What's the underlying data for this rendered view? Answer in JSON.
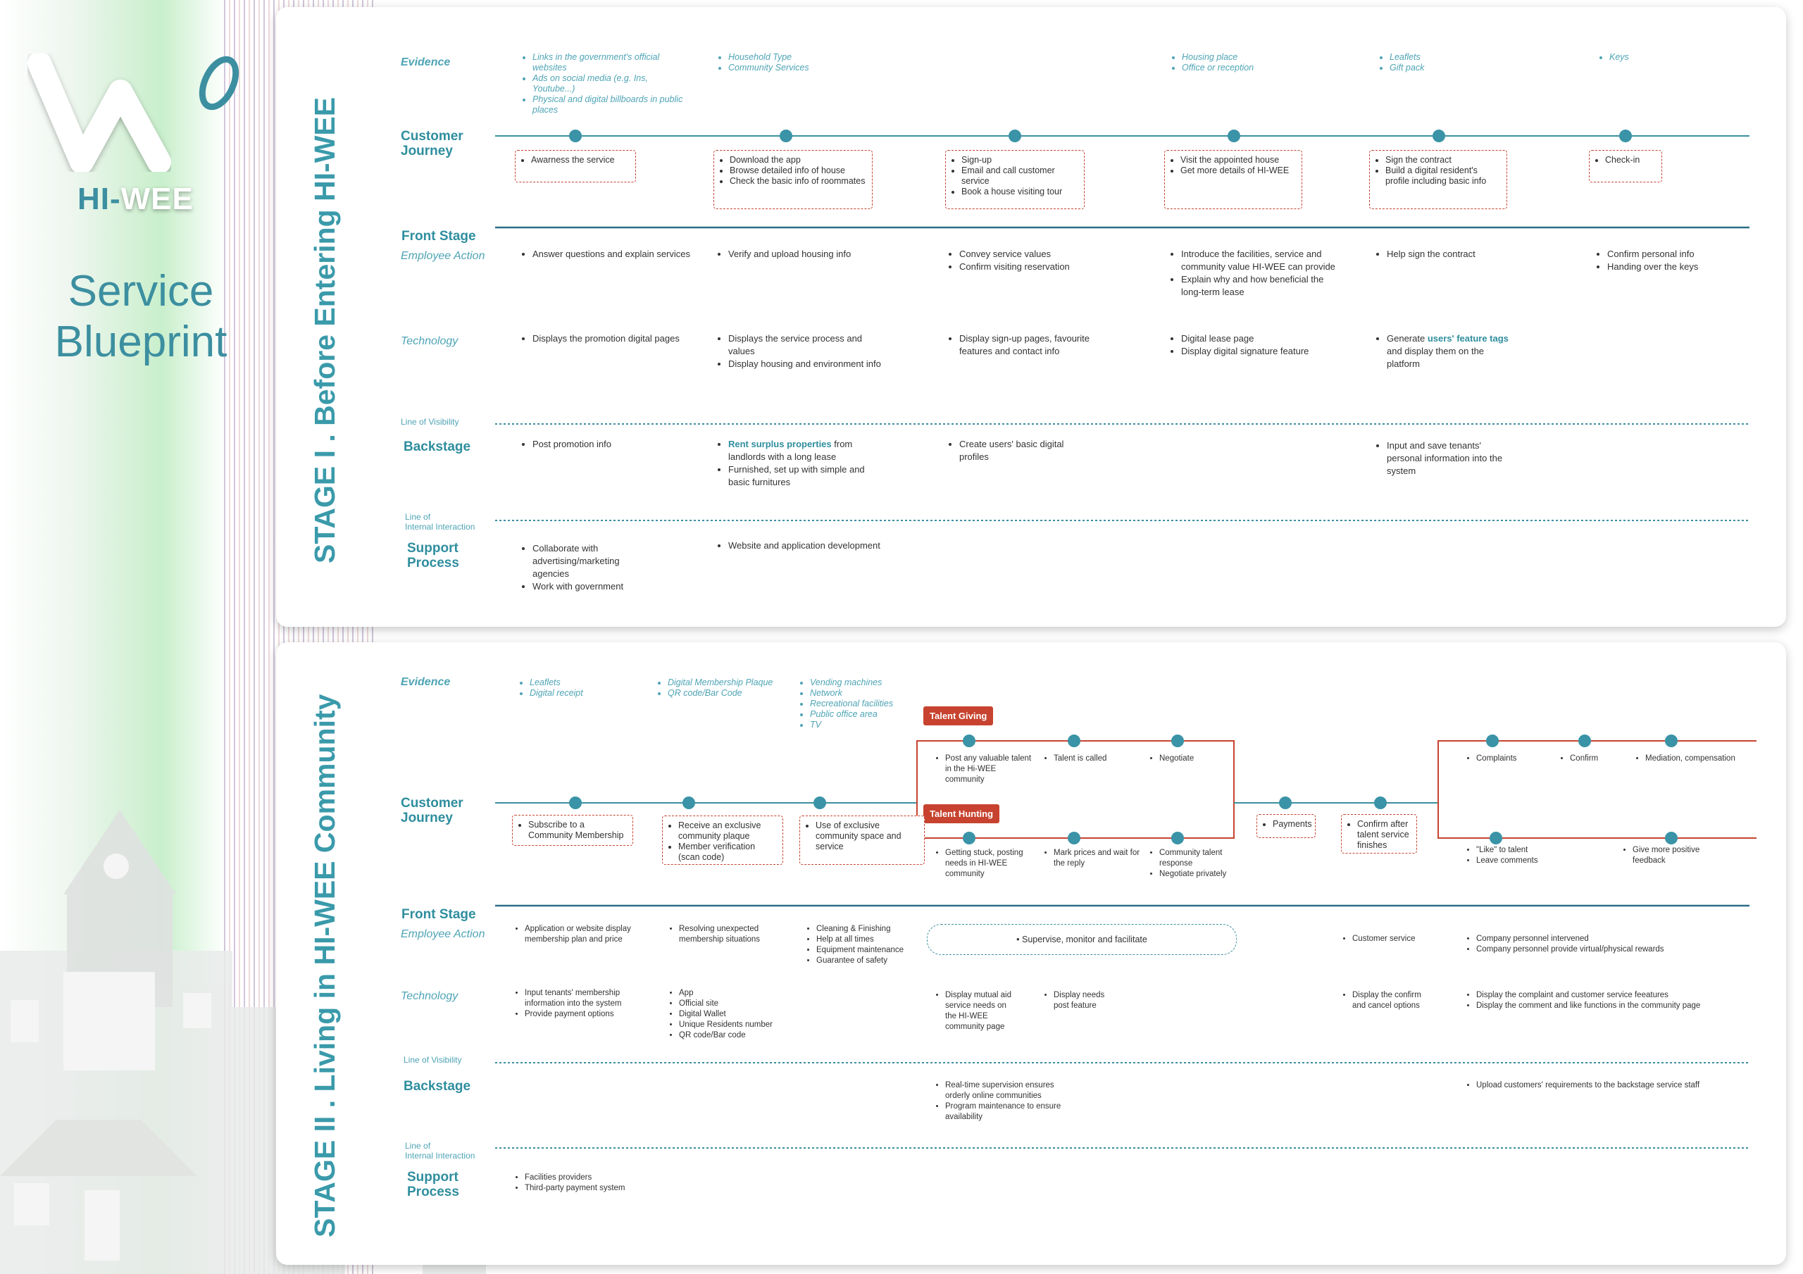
{
  "logo": {
    "text_a": "HI-",
    "text_b": "WEE"
  },
  "title": {
    "line1": "Service",
    "line2": "Blueprint"
  },
  "stage1": {
    "title": "STAGE I . Before Entering HI-WEE",
    "labels": {
      "evidence": "Evidence",
      "journey_1": "Customer",
      "journey_2": "Journey",
      "front_stage": "Front Stage",
      "employee_action": "Employee Action",
      "technology": "Technology",
      "line_visibility": "Line of Visibility",
      "backstage": "Backstage",
      "line_internal_1": "Line of",
      "line_internal_2": "Internal Interaction",
      "support_1": "Support",
      "support_2": "Process"
    },
    "evidence": [
      [
        "Links in the government's official websites",
        "Ads on social media (e.g. Ins, Youtube...)",
        "Physical and digital billboards in public places"
      ],
      [
        "Household Type",
        "Community Services"
      ],
      [
        "Housing place",
        "Office or reception"
      ],
      [
        "Leaflets",
        "Gift pack"
      ],
      [
        "Keys"
      ]
    ],
    "journey": [
      [
        "Awarness the service"
      ],
      [
        "Download the app",
        "Browse detailed info of house",
        "Check the basic info of roommates"
      ],
      [
        "Sign-up",
        "Email and call customer service",
        "Book a house visiting tour"
      ],
      [
        "Visit the appointed house",
        "Get more details of HI-WEE"
      ],
      [
        "Sign the contract",
        "Build a digital resident's profile including basic info"
      ],
      [
        "Check-in"
      ]
    ],
    "employee": [
      [
        "Answer questions and explain services"
      ],
      [
        "Verify and upload housing info"
      ],
      [
        "Convey service values",
        "Confirm visiting reservation"
      ],
      [
        "Introduce the facilities, service and community value HI-WEE can provide",
        "Explain why and how beneficial the long-term lease"
      ],
      [
        "Help sign the contract"
      ],
      [
        "Confirm personal info",
        "Handing over the keys"
      ]
    ],
    "technology": [
      [
        "Displays the promotion digital pages"
      ],
      [
        "Displays the service process and values",
        "Display housing and environment info"
      ],
      [
        "Display sign-up pages, favourite features and contact info"
      ],
      [
        "Digital lease page",
        "Display digital signature feature"
      ],
      [
        "Generate",
        "users' feature tags",
        "and display them on the platform"
      ]
    ],
    "backstage": [
      [
        "Post promotion info"
      ],
      [
        "Rent surplus properties",
        "from landlords with a long lease",
        "Furnished, set up with simple and basic furnitures"
      ],
      [
        "Create users' basic digital profiles"
      ],
      [
        "Input and save tenants' personal information into the system"
      ]
    ],
    "support": [
      [
        "Collaborate with advertising/marketing agencies",
        "Work with government"
      ],
      [
        "Website and application development"
      ]
    ]
  },
  "stage2": {
    "title": "STAGE II . Living in HI-WEE Community",
    "labels": {
      "evidence": "Evidence",
      "journey_1": "Customer",
      "journey_2": "Journey",
      "front_stage": "Front Stage",
      "employee_action": "Employee Action",
      "technology": "Technology",
      "line_visibility": "Line of Visibility",
      "backstage": "Backstage",
      "line_internal_1": "Line of",
      "line_internal_2": "Internal Interaction",
      "support_1": "Support",
      "support_2": "Process"
    },
    "evidence": [
      [
        "Leaflets",
        "Digital receipt"
      ],
      [
        "Digital Membership Plaque",
        "QR code/Bar Code"
      ],
      [
        "Vending machines",
        "Network",
        "Recreational facilities",
        "Public office area",
        "TV"
      ]
    ],
    "tags": {
      "giving": "Talent Giving",
      "hunting": "Talent Hunting"
    },
    "journey": [
      [
        "Subscribe to a Community Membership"
      ],
      [
        "Receive an exclusive community plaque",
        "Member verification (scan code)"
      ],
      [
        "Use of exclusive community space and service"
      ],
      [
        "Payments"
      ],
      [
        "Confirm after talent service finishes"
      ]
    ],
    "giving": [
      [
        "Post any valuable talent in the Hi-WEE community"
      ],
      [
        "Talent is called"
      ],
      [
        "Negotiate"
      ]
    ],
    "hunting": [
      [
        "Getting stuck, posting needs in HI-WEE community"
      ],
      [
        "Mark prices and wait for the reply"
      ],
      [
        "Community talent response",
        "Negotiate privately"
      ]
    ],
    "after_top": [
      [
        "Complaints"
      ],
      [
        "Confirm"
      ],
      [
        "Mediation, compensation"
      ]
    ],
    "after_bottom": [
      [
        "\"Like\" to talent",
        "Leave comments"
      ],
      [
        "Give more positive feedback"
      ]
    ],
    "employee": [
      [
        "Application or website display membership plan and price"
      ],
      [
        "Resolving unexpected membership situations"
      ],
      [
        "Cleaning & Finishing",
        "Help at all times",
        "Equipment maintenance",
        "Guarantee of safety"
      ],
      [
        "Supervise, monitor and facilitate"
      ],
      [
        "Customer service"
      ],
      [
        "Company personnel intervened",
        "Company personnel provide virtual/physical rewards"
      ]
    ],
    "technology": [
      [
        "Input tenants' membership information into the system",
        "Provide payment options"
      ],
      [
        "App",
        "Official site",
        "Digital Wallet",
        "Unique Residents number",
        "QR code/Bar code"
      ],
      [
        "Display mutual aid service needs on the HI-WEE community page"
      ],
      [
        "Display needs post feature"
      ],
      [
        "Display the confirm and cancel options"
      ],
      [
        "Display the complaint and customer service feeatures",
        "Display the comment and like functions in the community page"
      ]
    ],
    "backstage": [
      [
        "Real-time supervision ensures orderly online communities",
        "Program maintenance to ensure availability"
      ],
      [
        "Upload customers' requirements to the backstage service staff"
      ]
    ],
    "support": [
      [
        "Facilities providers",
        "Third-party payment system"
      ]
    ]
  },
  "colors": {
    "teal": "#3c8fa0",
    "teal_dot": "#3a93a6",
    "red": "#c7432f",
    "green": "#c9efcc"
  }
}
